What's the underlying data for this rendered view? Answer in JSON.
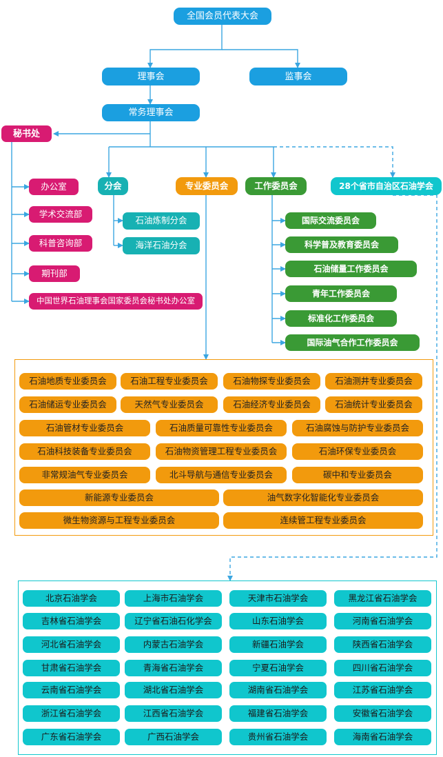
{
  "top": {
    "assembly": "全国会员代表大会",
    "council": "理事会",
    "supervisors": "监事会",
    "standing_council": "常务理事会",
    "secretariat": "秘书处"
  },
  "secretariat_units": [
    "办公室",
    "学术交流部",
    "科普咨询部",
    "期刊部",
    "中国世界石油理事会国家委员会秘书处办公室"
  ],
  "branches": {
    "label": "分会",
    "items": [
      "石油炼制分会",
      "海洋石油分会"
    ]
  },
  "professional": {
    "label": "专业委员会",
    "rows": [
      [
        "石油地质专业委员会",
        "石油工程专业委员会",
        "石油物探专业委员会",
        "石油测井专业委员会"
      ],
      [
        "石油储运专业委员会",
        "天然气专业委员会",
        "石油经济专业委员会",
        "石油统计专业委员会"
      ],
      [
        "石油管材专业委员会",
        "石油质量可靠性专业委员会",
        "石油腐蚀与防护专业委员会"
      ],
      [
        "石油科技装备专业委员会",
        "石油物资管理工程专业委员会",
        "石油环保专业委员会"
      ],
      [
        "非常规油气专业委员会",
        "北斗导航与通信专业委员会",
        "碳中和专业委员会"
      ],
      [
        "新能源专业委员会",
        "油气数字化智能化专业委员会"
      ],
      [
        "微生物资源与工程专业委员会",
        "连续管工程专业委员会"
      ]
    ]
  },
  "working": {
    "label": "工作委员会",
    "items": [
      "国际交流委员会",
      "科学普及教育委员会",
      "石油储量工作委员会",
      "青年工作委员会",
      "标准化工作委员会",
      "国际油气合作工作委员会"
    ]
  },
  "provincial": {
    "label": "28个省市自治区石油学会",
    "rows": [
      [
        "北京石油学会",
        "上海市石油学会",
        "天津市石油学会",
        "黑龙江省石油学会"
      ],
      [
        "吉林省石油学会",
        "辽宁省石油石化学会",
        "山东石油学会",
        "河南省石油学会"
      ],
      [
        "河北省石油学会",
        "内蒙古石油学会",
        "新疆石油学会",
        "陕西省石油学会"
      ],
      [
        "甘肃省石油学会",
        "青海省石油学会",
        "宁夏石油学会",
        "四川省石油学会"
      ],
      [
        "云南省石油学会",
        "湖北省石油学会",
        "湖南省石油学会",
        "江苏省石油学会"
      ],
      [
        "浙江省石油学会",
        "江西省石油学会",
        "福建省石油学会",
        "安徽省石油学会"
      ],
      [
        "广东省石油学会",
        "广西石油学会",
        "贵州省石油学会",
        "海南省石油学会"
      ]
    ]
  },
  "colors": {
    "blue": "#1b9fe0",
    "pink": "#d81b72",
    "teal": "#17b1b3",
    "orange": "#f29a0d",
    "green": "#3a9a35",
    "cyan": "#10c6cd",
    "line": "#3aa6e0"
  }
}
